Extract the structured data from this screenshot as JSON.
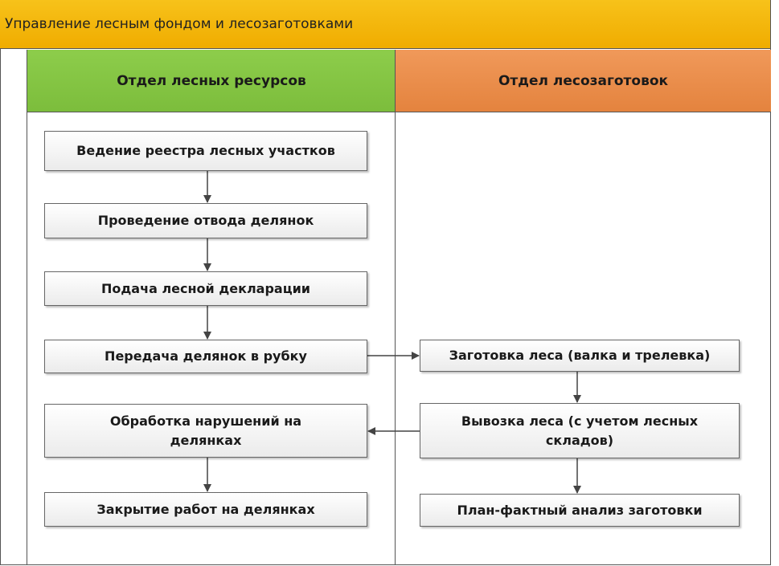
{
  "title": "Управление лесным фондом и лесозаготовками",
  "lanes": [
    {
      "label": "Отдел лесных ресурсов",
      "color": "#82c341"
    },
    {
      "label": "Отдел лесозаготовок",
      "color": "#e98c4a"
    }
  ],
  "left_steps": [
    "Ведение реестра лесных участков",
    "Проведение отвода делянок",
    "Подача лесной декларации",
    "Передача делянок в рубку",
    "Обработка нарушений на делянках",
    "Закрытие работ на делянках"
  ],
  "right_steps": [
    "Заготовка леса (валка и трелевка)",
    "Вывозка леса (с учетом лесных складов)",
    "План-фактный анализ заготовки"
  ]
}
